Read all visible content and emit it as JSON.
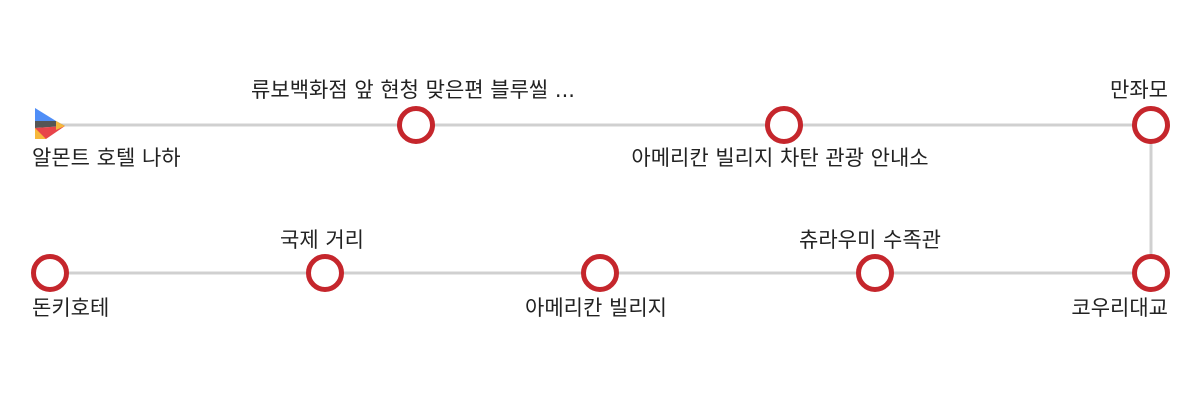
{
  "colors": {
    "line": "#d0d0d0",
    "marker": "#c5262c",
    "text": "#222222"
  },
  "start_icon": "play-store-icon",
  "stops": [
    {
      "name": "알몬트 호텔 나하",
      "type": "start"
    },
    {
      "name": "류보백화점 앞 현청 맞은편 블루씰 ..."
    },
    {
      "name": "아메리칸 빌리지 차탄 관광 안내소"
    },
    {
      "name": "만좌모"
    },
    {
      "name": "코우리대교"
    },
    {
      "name": "츄라우미 수족관"
    },
    {
      "name": "아메리칸 빌리지"
    },
    {
      "name": "국제 거리"
    },
    {
      "name": "돈키호테"
    }
  ]
}
